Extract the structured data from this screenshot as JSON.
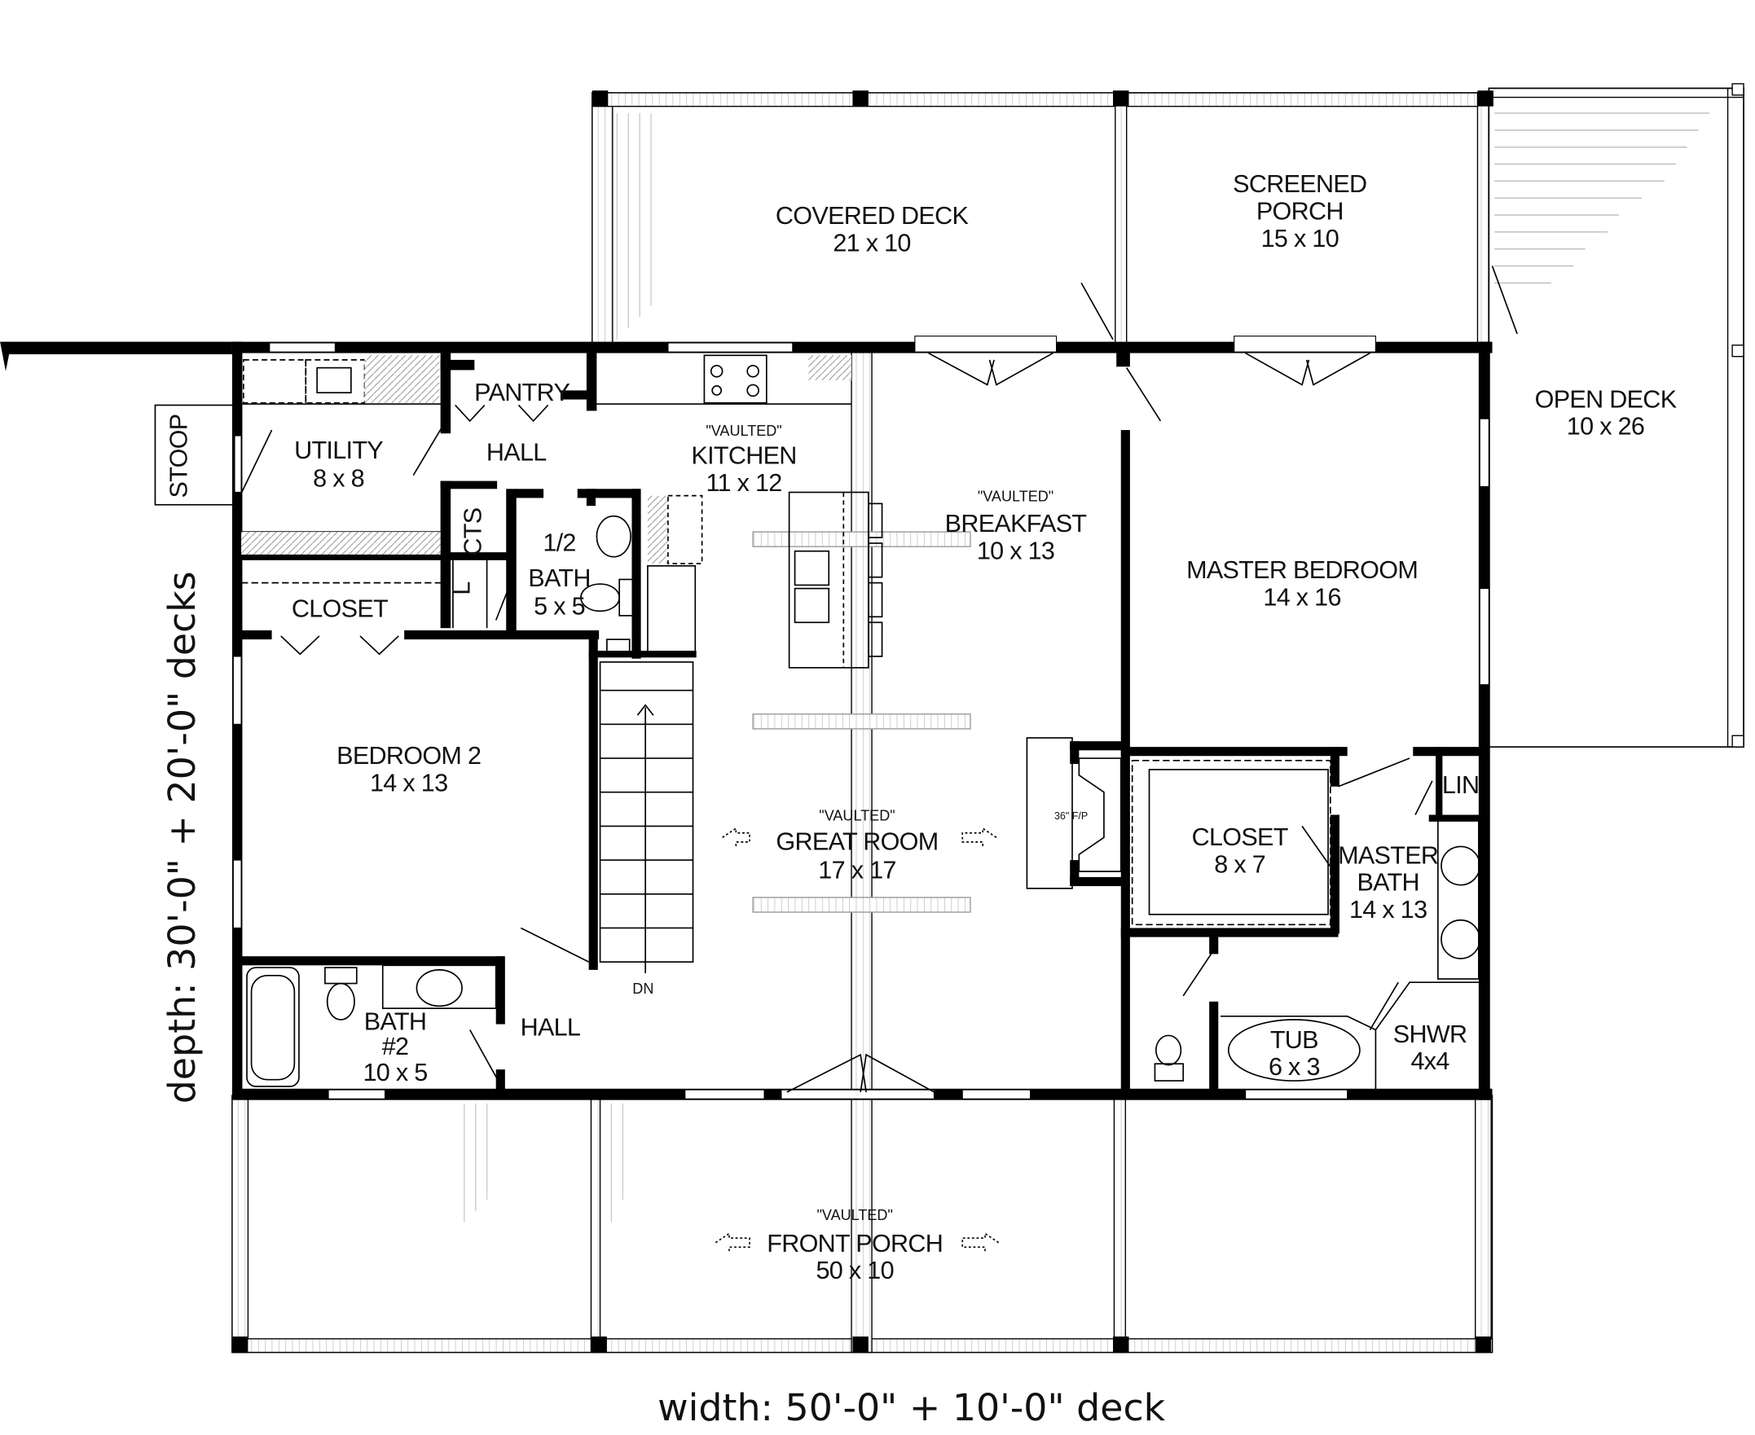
{
  "plan": {
    "rooms": {
      "covered_deck": {
        "name": "COVERED DECK",
        "size": "21 x 10"
      },
      "screened_porch": {
        "name1": "SCREENED",
        "name2": "PORCH",
        "size": "15 x 10"
      },
      "open_deck": {
        "name": "OPEN DECK",
        "size": "10 x 26"
      },
      "stoop": {
        "name": "STOOP"
      },
      "utility": {
        "name": "UTILITY",
        "size": "8 x 8"
      },
      "pantry": {
        "name": "PANTRY"
      },
      "hall_top": {
        "name": "HALL"
      },
      "cts": {
        "name": "CTS"
      },
      "l_closet": {
        "name": "L"
      },
      "half_bath": {
        "name1": "1/2",
        "name2": "BATH",
        "size": "5 x 5"
      },
      "closet_left": {
        "name": "CLOSET"
      },
      "kitchen": {
        "note": "\"VAULTED\"",
        "name": "KITCHEN",
        "size": "11 x 12"
      },
      "breakfast": {
        "note": "\"VAULTED\"",
        "name": "BREAKFAST",
        "size": "10 x 13"
      },
      "master_bedroom": {
        "name": "MASTER BEDROOM",
        "size": "14 x 16"
      },
      "bedroom2": {
        "name": "BEDROOM 2",
        "size": "14 x 13"
      },
      "great_room": {
        "note": "\"VAULTED\"",
        "name": "GREAT ROOM",
        "size": "17 x 17"
      },
      "fireplace": {
        "name": "36\" F/P"
      },
      "closet_master": {
        "name": "CLOSET",
        "size": "8 x 7"
      },
      "master_bath": {
        "name1": "MASTER",
        "name2": "BATH",
        "size": "14 x 13"
      },
      "lin": {
        "name": "LIN"
      },
      "tub": {
        "name": "TUB",
        "size": "6 x 3"
      },
      "shower": {
        "name": "SHWR",
        "size": "4x4"
      },
      "bath2": {
        "name1": "BATH",
        "name2": "#2",
        "size": "10 x 5"
      },
      "hall_bottom": {
        "name": "HALL"
      },
      "stairs": {
        "label": "DN"
      },
      "front_porch": {
        "note": "\"VAULTED\"",
        "name": "FRONT PORCH",
        "size": "50 x 10"
      }
    },
    "dimensions": {
      "depth": "depth: 30'-0\" + 20'-0\" decks",
      "width": "width: 50'-0\" + 10'-0\" deck"
    }
  }
}
